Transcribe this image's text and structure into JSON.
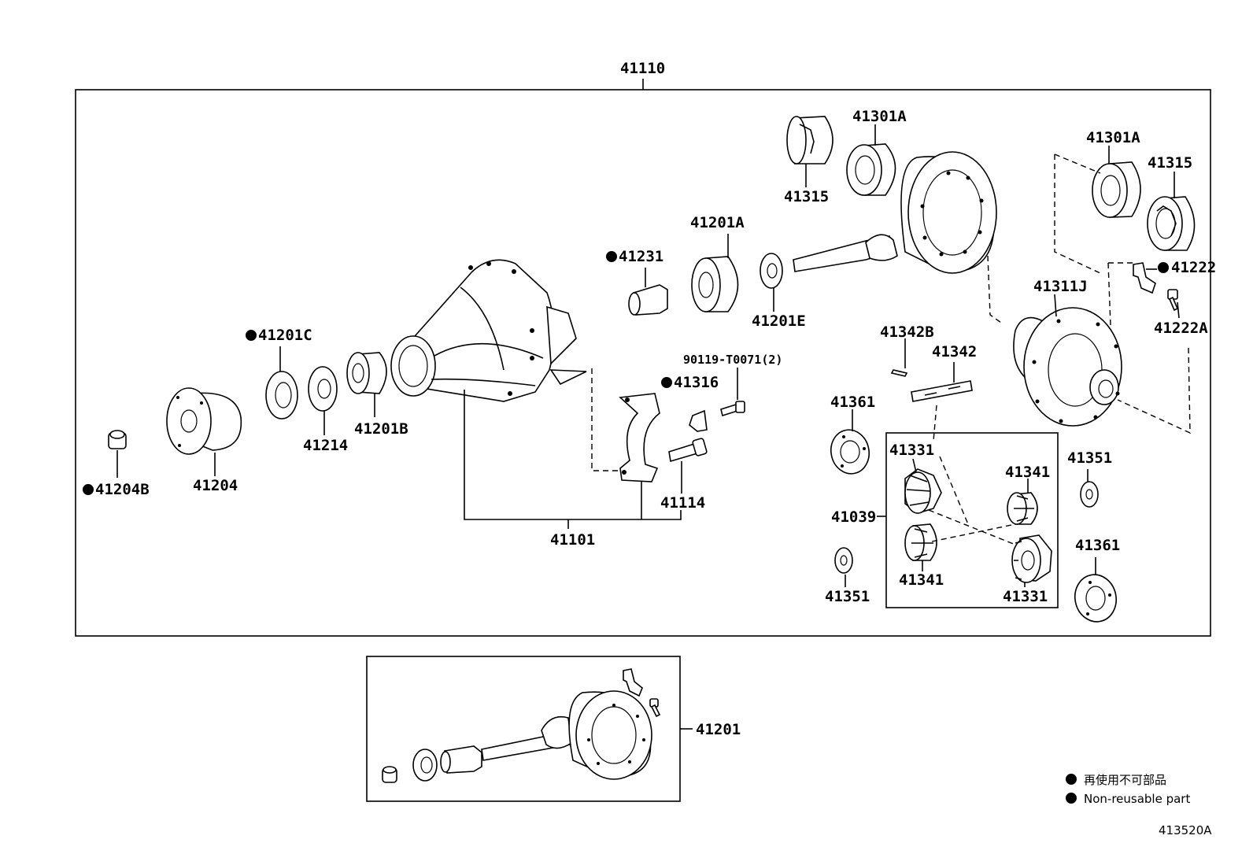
{
  "diagram_ref": "413520A",
  "assembly_label": "41110",
  "sub_assembly_label": "41201",
  "legend": {
    "japanese": "再使用不可部品",
    "english": "Non-reusable part"
  },
  "parts": {
    "p41301A_left": "41301A",
    "p41315_left": "41315",
    "p41301A_right": "41301A",
    "p41315_right": "41315",
    "p41222": "41222",
    "p41222A": "41222A",
    "p41311J": "41311J",
    "p41201A": "41201A",
    "p41231": "41231",
    "p41201E": "41201E",
    "p41342B": "41342B",
    "p41342": "41342",
    "p90119": "90119-T0071(2)",
    "p41316": "41316",
    "p41201C": "41201C",
    "p41214": "41214",
    "p41201B": "41201B",
    "p41204": "41204",
    "p41204B": "41204B",
    "p41114": "41114",
    "p41101": "41101",
    "p41361_top": "41361",
    "p41361_bottom": "41361",
    "p41331_left": "41331",
    "p41341_right": "41341",
    "p41341_left": "41341",
    "p41331_right": "41331",
    "p41039": "41039",
    "p41351_right": "41351",
    "p41351_left": "41351"
  }
}
